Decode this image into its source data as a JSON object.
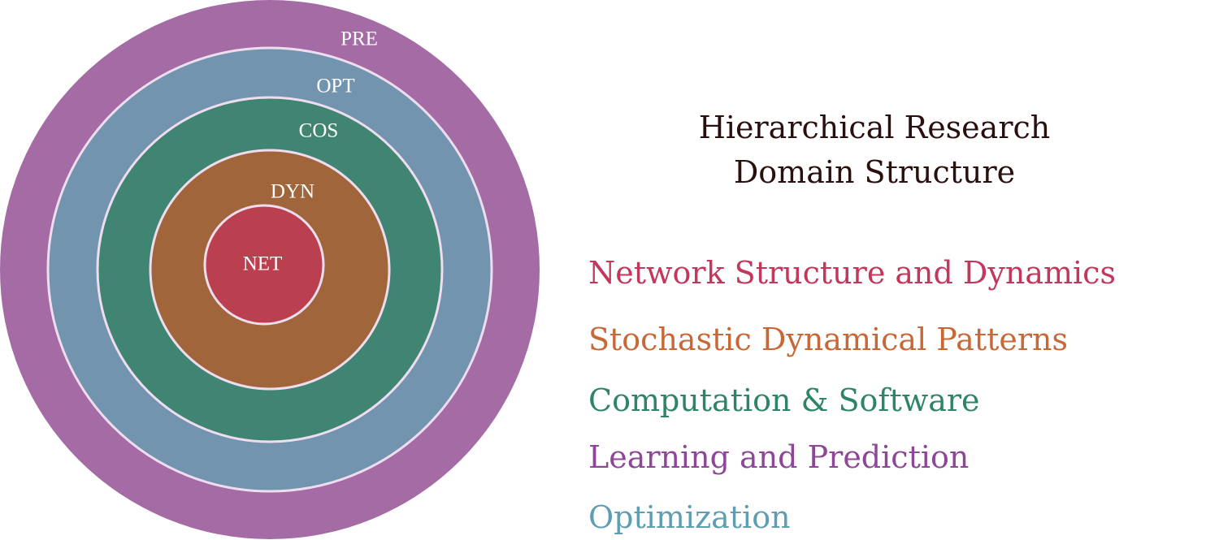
{
  "diagram": {
    "rings": [
      {
        "abbr": "PRE",
        "color": "#A46BA5"
      },
      {
        "abbr": "OPT",
        "color": "#7294AF"
      },
      {
        "abbr": "COS",
        "color": "#3F8572"
      },
      {
        "abbr": "DYN",
        "color": "#A1653C"
      },
      {
        "abbr": "NET",
        "color": "#BB404F"
      }
    ],
    "ring_border_color": "#EEDDEE"
  },
  "title": {
    "line1": "Hierarchical Research",
    "line2": "Domain Structure",
    "color": "#2A0F0F"
  },
  "legend": [
    {
      "label": "Network Structure and Dynamics",
      "color": "#C4375C"
    },
    {
      "label": "Stochastic Dynamical Patterns",
      "color": "#C86836"
    },
    {
      "label": "Computation & Software",
      "color": "#2E8468"
    },
    {
      "label": "Learning and Prediction",
      "color": "#8E4796"
    },
    {
      "label": "Optimization",
      "color": "#5E9EB2"
    }
  ]
}
